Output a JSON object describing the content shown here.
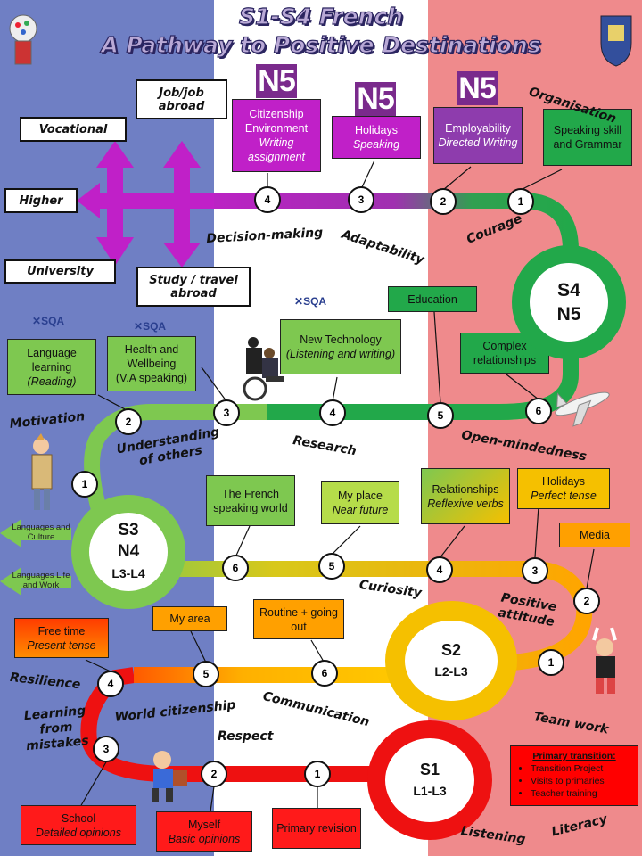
{
  "title": {
    "line1": "S1-S4 French",
    "line2": "A Pathway to Positive Destinations"
  },
  "colors": {
    "blue": "#6f7fc4",
    "white": "#ffffff",
    "red": "#ef8a8c",
    "purple": "#c020c8",
    "green": "#22a84a",
    "light_green": "#7ec850",
    "yellow": "#f5c000",
    "orange": "#ffa000",
    "red_path": "#ee1111"
  },
  "destinations": {
    "vocational": "Vocational",
    "higher": "Higher",
    "university": "University",
    "job_abroad": "Job/job abroad",
    "study_travel": "Study / travel abroad"
  },
  "stages": {
    "s4": {
      "line1": "S4",
      "line2": "N5"
    },
    "s3": {
      "line1": "S3",
      "line2": "N4",
      "line3": "L3-L4"
    },
    "s2": {
      "line1": "S2",
      "line2": "L2-L3"
    },
    "s1": {
      "line1": "S1",
      "line2": "L1-L3"
    }
  },
  "badges": {
    "n5": "N5",
    "sqa": "SQA"
  },
  "s4_topics": [
    {
      "num": "1",
      "line1": "Speaking skill and Grammar",
      "line2": ""
    },
    {
      "num": "2",
      "line1": "Employability",
      "line2": "Directed Writing"
    },
    {
      "num": "3",
      "line1": "Holidays",
      "line2": "Speaking"
    },
    {
      "num": "4",
      "line1": "Citizenship Environment",
      "line2": "Writing assignment"
    },
    {
      "num": "5",
      "line1": "Education",
      "line2": ""
    },
    {
      "num": "6",
      "line1": "Complex relationships",
      "line2": ""
    }
  ],
  "s3_topics": [
    {
      "num": "1",
      "line1": "",
      "line2": ""
    },
    {
      "num": "2",
      "line1": "Language learning",
      "line2": "(Reading)"
    },
    {
      "num": "3",
      "line1": "Health and Wellbeing",
      "line2": "(V.A speaking)"
    },
    {
      "num": "4",
      "line1": "New Technology",
      "line2": "(Listening and writing)"
    },
    {
      "num": "6",
      "line1": "The French speaking world",
      "line2": ""
    },
    {
      "num": "5",
      "line1": "My place",
      "line2": "Near future"
    },
    {
      "num": "4",
      "line1": "Relationships",
      "line2": "Reflexive verbs"
    }
  ],
  "s2_topics": [
    {
      "num": "1",
      "line1": "",
      "line2": ""
    },
    {
      "num": "2",
      "line1": "Media",
      "line2": ""
    },
    {
      "num": "3",
      "line1": "Holidays",
      "line2": "Perfect tense"
    },
    {
      "num": "6",
      "line1": "Routine + going out",
      "line2": ""
    },
    {
      "num": "5",
      "line1": "My area",
      "line2": ""
    },
    {
      "num": "4",
      "line1": "Free time",
      "line2": "Present tense"
    }
  ],
  "s1_topics": [
    {
      "num": "3",
      "line1": "School",
      "line2": "Detailed opinions"
    },
    {
      "num": "2",
      "line1": "Myself",
      "line2": "Basic opinions"
    },
    {
      "num": "1",
      "line1": "Primary revision",
      "line2": ""
    }
  ],
  "s3_arrows": {
    "culture": "Languages and Culture",
    "life_work": "Languages Life and Work"
  },
  "skills": {
    "organisation": "Organisation",
    "courage": "Courage",
    "adaptability": "Adaptability",
    "decision_making": "Decision-making",
    "motivation": "Motivation",
    "understanding": "Understanding of others",
    "research": "Research",
    "open_mindedness": "Open-mindedness",
    "curiosity": "Curiosity",
    "positive_attitude": "Positive attitude",
    "resilience": "Resilience",
    "learning_mistakes": "Learning from mistakes",
    "world_citizenship": "World citizenship",
    "communication": "Communication",
    "team_work": "Team work",
    "respect": "Respect",
    "listening": "Listening",
    "literacy": "Literacy"
  },
  "primary_transition": {
    "heading": "Primary transition:",
    "items": [
      "Transition Project",
      "Visits to primaries",
      "Teacher training"
    ]
  }
}
